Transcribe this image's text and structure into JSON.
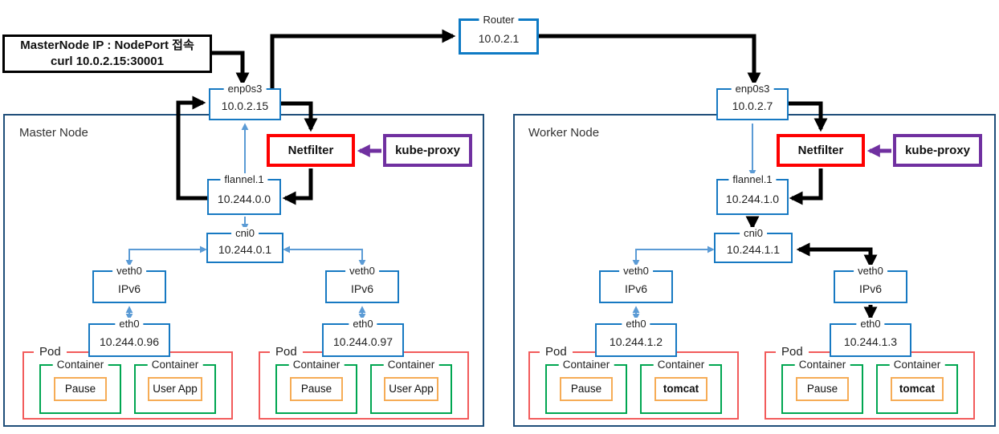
{
  "callout": {
    "line1": "MasterNode IP : NodePort 접속",
    "line2": "curl 10.0.2.15:30001"
  },
  "router": {
    "title": "Router",
    "ip": "10.0.2.1"
  },
  "master": {
    "label": "Master Node",
    "enp0s3": {
      "title": "enp0s3",
      "ip": "10.0.2.15"
    },
    "netfilter_label": "Netfilter",
    "kube_proxy_label": "kube-proxy",
    "flannel": {
      "title": "flannel.1",
      "ip": "10.244.0.0"
    },
    "cni0": {
      "title": "cni0",
      "ip": "10.244.0.1"
    },
    "veth_left": {
      "title": "veth0",
      "ip": "IPv6"
    },
    "veth_right": {
      "title": "veth0",
      "ip": "IPv6"
    },
    "eth_left": {
      "title": "eth0",
      "ip": "10.244.0.96"
    },
    "eth_right": {
      "title": "eth0",
      "ip": "10.244.0.97"
    },
    "pods": [
      {
        "label": "Pod",
        "containers": [
          {
            "title": "Container",
            "app": "Pause"
          },
          {
            "title": "Container",
            "app": "User App"
          }
        ]
      },
      {
        "label": "Pod",
        "containers": [
          {
            "title": "Container",
            "app": "Pause"
          },
          {
            "title": "Container",
            "app": "User App"
          }
        ]
      }
    ]
  },
  "worker": {
    "label": "Worker Node",
    "enp0s3": {
      "title": "enp0s3",
      "ip": "10.0.2.7"
    },
    "netfilter_label": "Netfilter",
    "kube_proxy_label": "kube-proxy",
    "flannel": {
      "title": "flannel.1",
      "ip": "10.244.1.0"
    },
    "cni0": {
      "title": "cni0",
      "ip": "10.244.1.1"
    },
    "veth_left": {
      "title": "veth0",
      "ip": "IPv6"
    },
    "veth_right": {
      "title": "veth0",
      "ip": "IPv6"
    },
    "eth_left": {
      "title": "eth0",
      "ip": "10.244.1.2"
    },
    "eth_right": {
      "title": "eth0",
      "ip": "10.244.1.3"
    },
    "pods": [
      {
        "label": "Pod",
        "containers": [
          {
            "title": "Container",
            "app": "Pause"
          },
          {
            "title": "Container",
            "app": "tomcat"
          }
        ]
      },
      {
        "label": "Pod",
        "containers": [
          {
            "title": "Container",
            "app": "Pause"
          },
          {
            "title": "Container",
            "app": "tomcat"
          }
        ]
      }
    ]
  },
  "colors": {
    "interface_box_blue": "#1779c2",
    "router_blue": "#0e7ac4",
    "node_panel_navy": "#1f4e79",
    "arrow_light_blue": "#5b9bd5",
    "arrow_black": "#000000",
    "netfilter_red": "#fe0000",
    "pod_red": "#f25b5b",
    "container_green": "#00a651",
    "app_orange": "#f6ac56",
    "kube_proxy_purple": "#7030a0"
  }
}
